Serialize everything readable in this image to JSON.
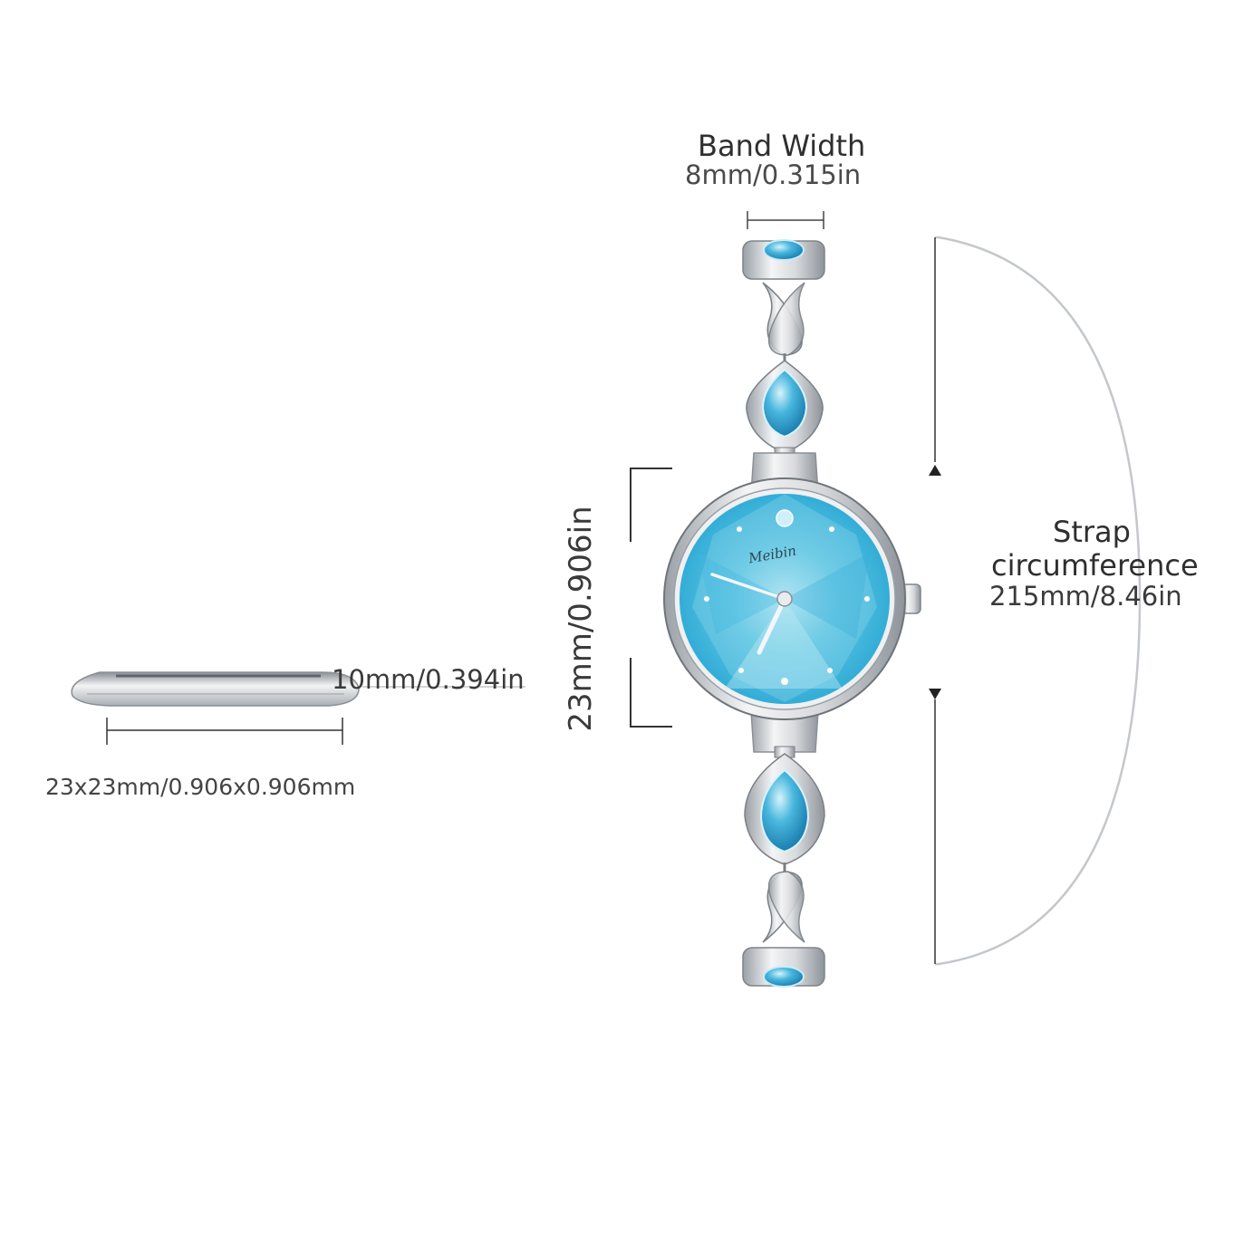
{
  "band_width": {
    "title": "Band Width",
    "value": "8mm/0.315in"
  },
  "strap": {
    "line1": "Strap",
    "line2": "circumference",
    "value": "215mm/8.46in"
  },
  "case_height": {
    "value": "23mm/0.906in"
  },
  "thickness": {
    "value": "10mm/0.394in"
  },
  "side_dimensions": {
    "value": "23x23mm/0.906x0.906mm"
  },
  "watch": {
    "brand": "Meibin"
  },
  "colors": {
    "dial": "#5fc6e3",
    "gem": "#49b7de",
    "metal": "#c9ccd0",
    "line": "#333333"
  }
}
